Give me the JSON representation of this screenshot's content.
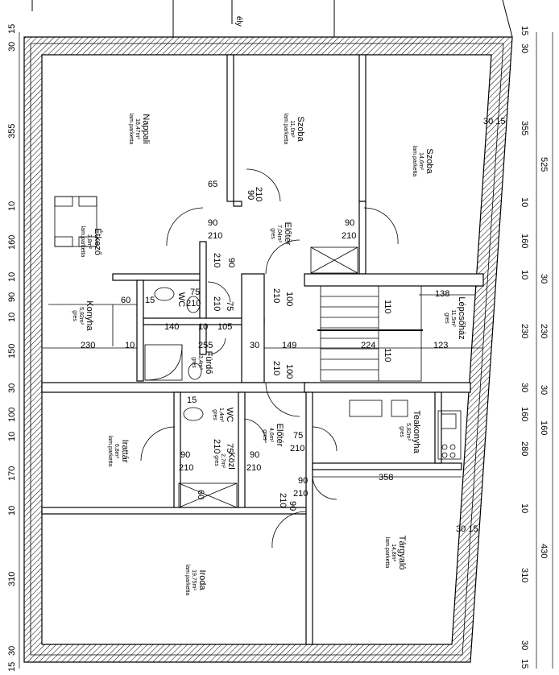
{
  "rooms": {
    "nappali": {
      "name": "Nappali",
      "area": "18,47m²",
      "floor": "lam.parketta"
    },
    "szoba1": {
      "name": "Szoba",
      "area": "11,0m²",
      "floor": "lam.parketta"
    },
    "szoba2": {
      "name": "Szoba",
      "area": "14,6m²",
      "floor": "lam.parketta"
    },
    "etkezo": {
      "name": "Étkező",
      "area": "3,8m²",
      "floor": "lam.parketta"
    },
    "konyha": {
      "name": "Konyha",
      "area": "5,92m²",
      "floor": "gres"
    },
    "eloter1": {
      "name": "Előtér",
      "area": "7,04m²",
      "floor": "gres"
    },
    "wc1": {
      "name": "WC",
      "area": "",
      "floor": ""
    },
    "furdo": {
      "name": "Fürdő",
      "area": "3,4m²",
      "floor": "gres"
    },
    "lepcsohaz": {
      "name": "Lépcsőház",
      "area": "11,5m²",
      "floor": "gres"
    },
    "wc2": {
      "name": "WC",
      "area": "1,4m²",
      "floor": "gres"
    },
    "eloter2": {
      "name": "Előtér",
      "area": "4,6m²",
      "floor": "gres"
    },
    "irattar": {
      "name": "Irattár",
      "area": "6,8m²",
      "floor": "lam.parketta"
    },
    "kozl": {
      "name": "Közl",
      "area": "2,7m²",
      "floor": "gres"
    },
    "teakonyha": {
      "name": "Teakonyha",
      "area": "5,82m²",
      "floor": "gres"
    },
    "targyalo": {
      "name": "Tárgyaló",
      "area": "14,8m²",
      "floor": "lam.parketta"
    },
    "iroda": {
      "name": "Iroda",
      "area": "19,75m²",
      "floor": "lam.parketta"
    }
  },
  "top_label": "ély",
  "left_dims": [
    "15",
    "30",
    "355",
    "10",
    "160",
    "10",
    "90",
    "10",
    "150",
    "30",
    "100",
    "10",
    "170",
    "10",
    "310",
    "30",
    "15"
  ],
  "right_dims": [
    "15",
    "30",
    "355",
    "10",
    "160",
    "10",
    "230",
    "30",
    "160",
    "280",
    "10",
    "430",
    "310",
    "30",
    "15"
  ],
  "far_right_dims": [
    "525",
    "30",
    "230",
    "30",
    "160"
  ],
  "interior_dims": {
    "d65": "65",
    "door_90": "90",
    "door_210": "210",
    "d60": "60",
    "d15": "15",
    "d75": "75",
    "d10": "10",
    "d140": "140",
    "d255": "255",
    "d105": "105",
    "d230": "230",
    "d149": "149",
    "d224": "224",
    "d123": "123",
    "d138": "138",
    "d100": "100",
    "d110": "110",
    "d358": "358",
    "d30": "30",
    "wall_30_15": "30 15",
    "kitchen_w": "75",
    "kitchen_h": "210"
  }
}
